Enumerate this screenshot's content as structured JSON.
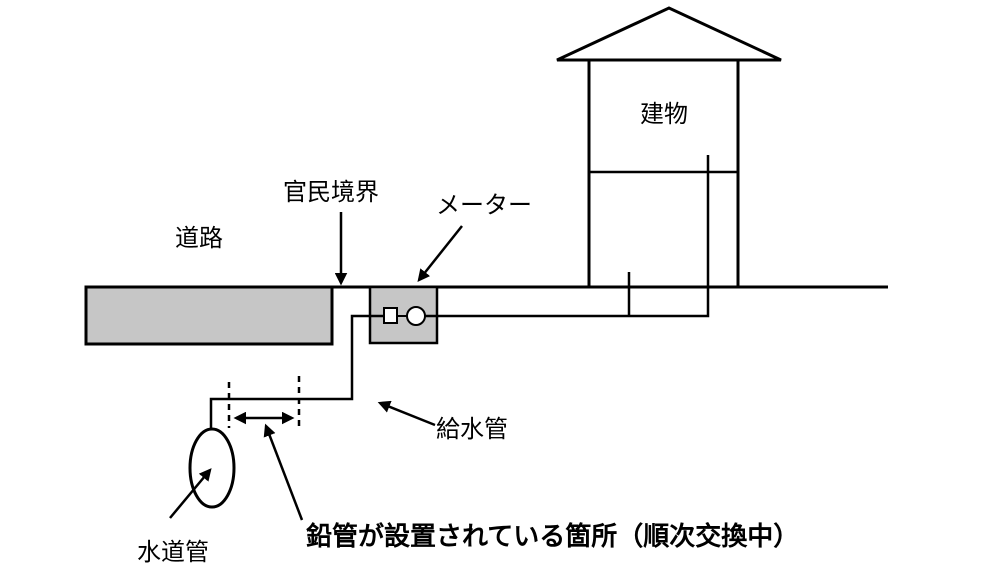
{
  "labels": {
    "road": "道路",
    "boundary": "官民境界",
    "meter": "メーター",
    "building": "建物",
    "service_pipe": "給水管",
    "water_main": "水道管",
    "lead_pipe_section": "鉛管が設置されている箇所（順次交換中）"
  },
  "colors": {
    "road_fill": "#c6c6c6",
    "line": "#000000"
  }
}
